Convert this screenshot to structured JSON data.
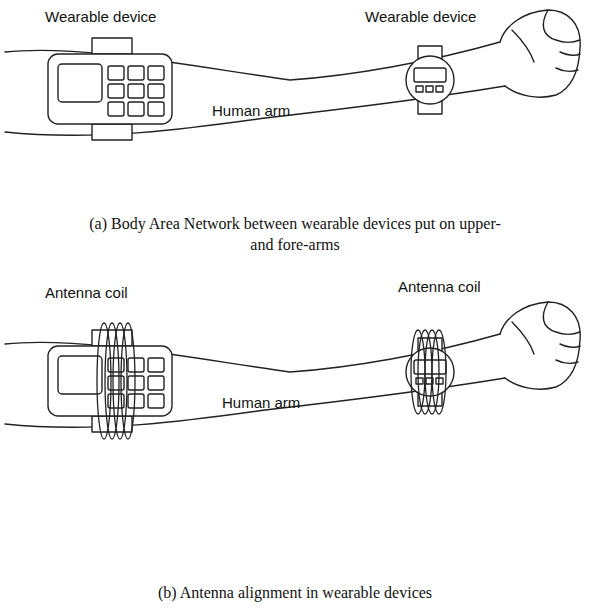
{
  "diagram": {
    "labels": [
      "Wearable device",
      "Wearable device",
      "Human arm",
      "(a) Body Area Network between wearable devices put on upper- and fore-arms",
      "Antenna coil",
      "Antenna coil",
      "Human arm",
      "(b) Antenna alignment in wearable devices"
    ]
  }
}
